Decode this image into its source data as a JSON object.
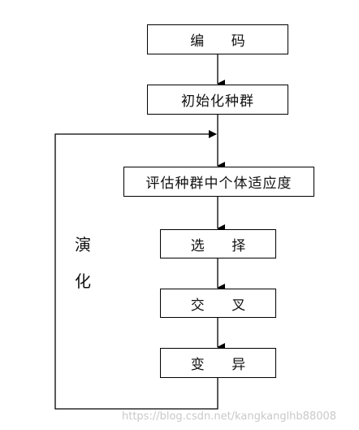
{
  "steps": {
    "encode": "编 码",
    "init": "初始化种群",
    "evaluate": "评估种群中个体适应度",
    "select": "选 择",
    "crossover": "交 叉",
    "mutate": "变 异"
  },
  "loop": {
    "char1": "演",
    "char2": "化"
  },
  "watermark": "https://blog.csdn.net/kangkanglhb88008"
}
